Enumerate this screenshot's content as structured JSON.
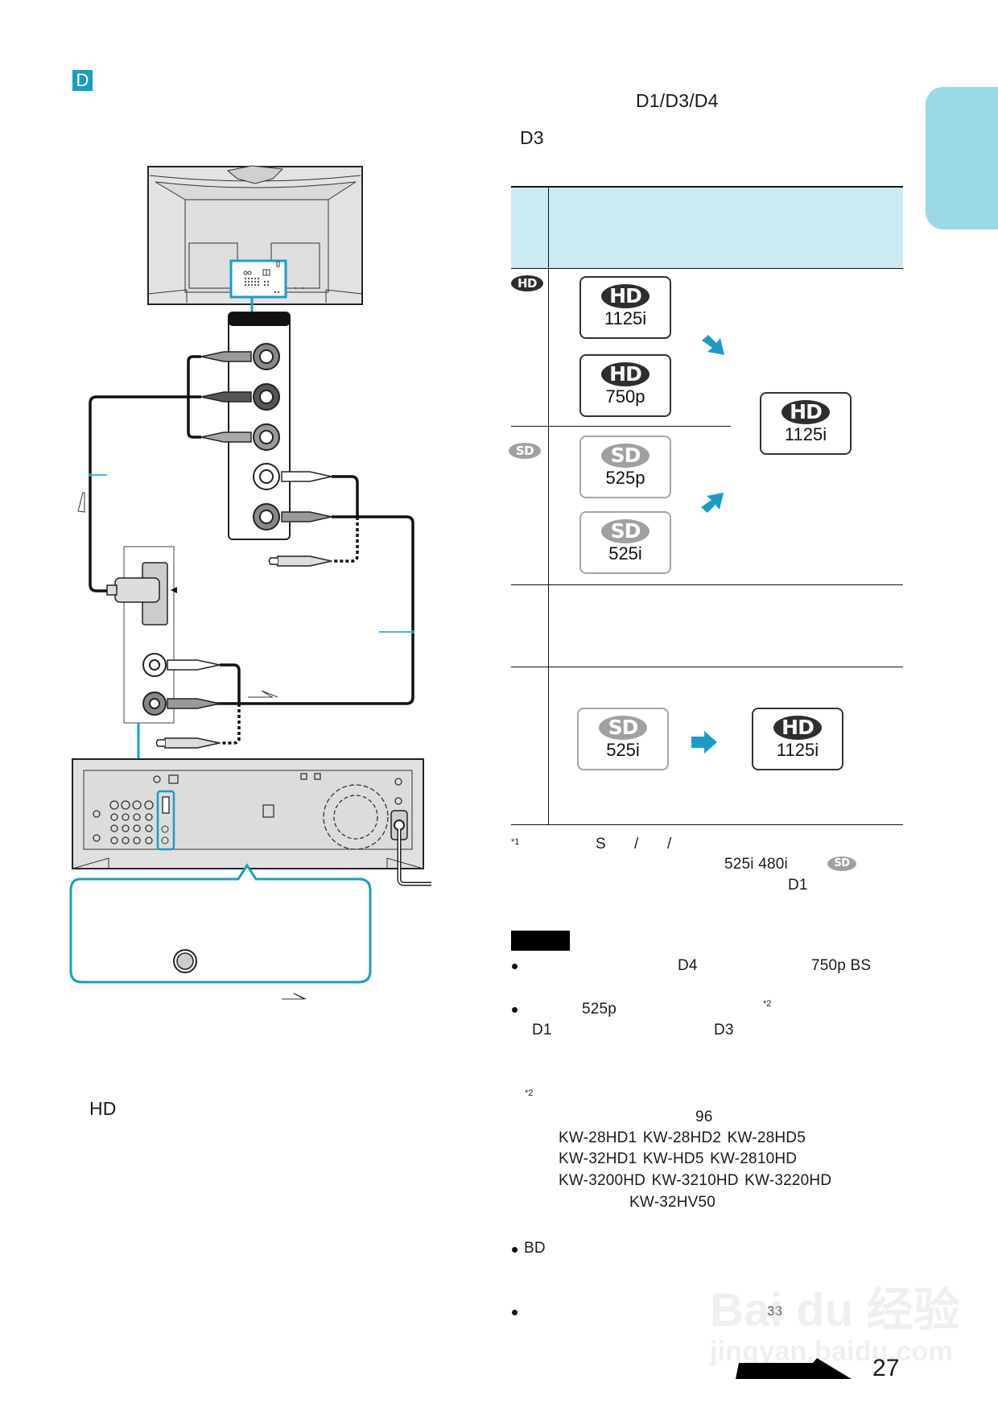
{
  "section": {
    "badge": "D"
  },
  "heading": {
    "title": "D1/D3/D4",
    "subtitle": "D3"
  },
  "table": {
    "rows": [
      {
        "row_badge": "HD",
        "inputs": [
          {
            "badge": "HD",
            "label": "1125i"
          },
          {
            "badge": "HD",
            "label": "750p"
          }
        ]
      },
      {
        "row_badge": "SD",
        "inputs": [
          {
            "badge": "SD",
            "label": "525p"
          },
          {
            "badge": "SD",
            "label": "525i"
          }
        ]
      }
    ],
    "output": {
      "badge": "HD",
      "label": "1125i"
    },
    "conversion": {
      "from": {
        "badge": "SD",
        "label": "525i"
      },
      "to": {
        "badge": "HD",
        "label": "1125i"
      }
    }
  },
  "footnote1": {
    "marker": "*1",
    "s_text": "S",
    "slash1": "/",
    "slash2": "/",
    "formats": "525i   480i",
    "badge": "SD",
    "d1": "D1"
  },
  "notes": {
    "bullet1": {
      "d4": "D4",
      "formats": "750p   BS"
    },
    "bullet2": {
      "format": "525p",
      "marker": "*2",
      "d1": "D1",
      "d3": "D3"
    },
    "footnote2": {
      "marker": "*2",
      "year": "96",
      "models": [
        "KW-28HD1   KW-28HD2   KW-28HD5",
        "KW-32HD1   KW-HD5   KW-2810HD",
        "KW-3200HD   KW-3210HD   KW-3220HD",
        "KW-32HV50"
      ]
    },
    "bullet3": {
      "text": "BD"
    },
    "bullet4": {
      "page_ref": "33"
    }
  },
  "left": {
    "hd_label": "HD"
  },
  "footer": {
    "page_number": "27"
  },
  "watermark": {
    "line1": "Bai du 经验",
    "line2": "jingyan.baidu.com"
  },
  "colors": {
    "accent": "#1a9cc7",
    "table_header": "#cbebf2",
    "side_tab": "#9bd8e6",
    "arrow": "#1a9cc7"
  }
}
